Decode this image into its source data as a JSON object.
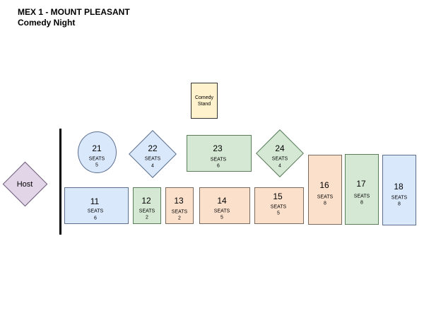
{
  "header": {
    "title": "MEX 1 - MOUNT PLEASANT",
    "subtitle": "Comedy Night"
  },
  "stage": {
    "line1": "Comedy",
    "line2": "Stand"
  },
  "host": {
    "label": "Host"
  },
  "seats_word": "SEATS",
  "tables": [
    {
      "id": "t21",
      "number": "21",
      "seats": "5"
    },
    {
      "id": "t22",
      "number": "22",
      "seats": "4"
    },
    {
      "id": "t23",
      "number": "23",
      "seats": "6"
    },
    {
      "id": "t24",
      "number": "24",
      "seats": "4"
    },
    {
      "id": "t11",
      "number": "11",
      "seats": "6"
    },
    {
      "id": "t12",
      "number": "12",
      "seats": "2"
    },
    {
      "id": "t13",
      "number": "13",
      "seats": "2"
    },
    {
      "id": "t14",
      "number": "14",
      "seats": "5"
    },
    {
      "id": "t15",
      "number": "15",
      "seats": "5"
    },
    {
      "id": "t16",
      "number": "16",
      "seats": "8"
    },
    {
      "id": "t17",
      "number": "17",
      "seats": "8"
    },
    {
      "id": "t18",
      "number": "18",
      "seats": "8"
    }
  ],
  "colors": {
    "blue": "#dae8fc",
    "green": "#d5e8d4",
    "orange": "#fbe0cc",
    "purple": "#e1d5e7",
    "stage": "#fff2cc"
  }
}
